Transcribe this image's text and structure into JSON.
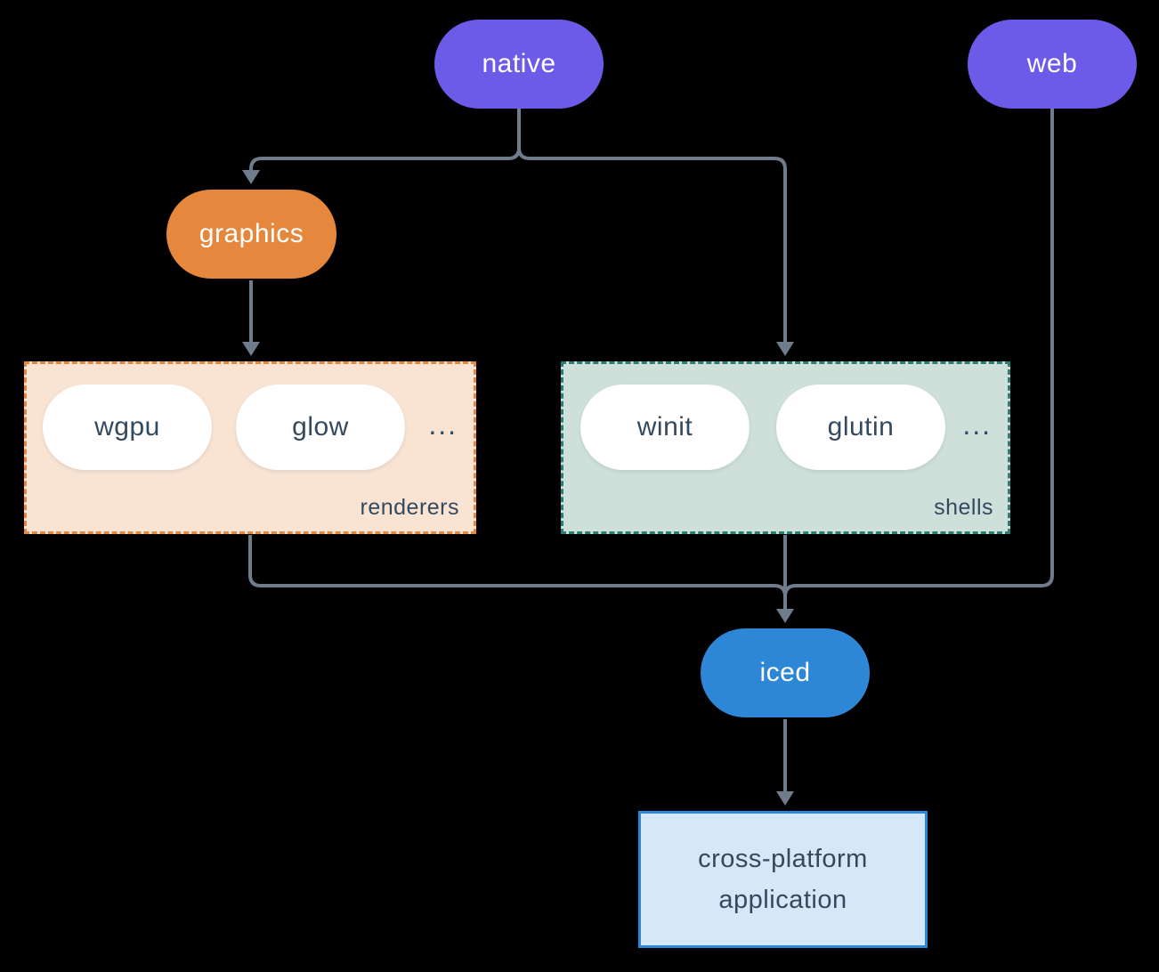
{
  "colors": {
    "background": "#000000",
    "connector": "#6E7C8B",
    "node_purple": "#6C5BE8",
    "node_orange": "#E5873C",
    "node_blue": "#2E87D6",
    "node_text": "#FFFFFF",
    "dark_text": "#334A5E",
    "renderers_bg": "#F9E4D4",
    "renderers_border": "#E5873C",
    "shells_bg": "#CFE0DB",
    "shells_border": "#2B7E72",
    "app_bg": "#D6E7F8",
    "app_border": "#2E87D6"
  },
  "nodes": {
    "native": {
      "label": "native"
    },
    "web": {
      "label": "web"
    },
    "graphics": {
      "label": "graphics"
    },
    "iced": {
      "label": "iced"
    },
    "app": {
      "line1": "cross-platform",
      "line2": "application"
    }
  },
  "groups": {
    "renderers": {
      "label": "renderers",
      "items": [
        "wgpu",
        "glow"
      ],
      "more": "..."
    },
    "shells": {
      "label": "shells",
      "items": [
        "winit",
        "glutin"
      ],
      "more": "..."
    }
  }
}
